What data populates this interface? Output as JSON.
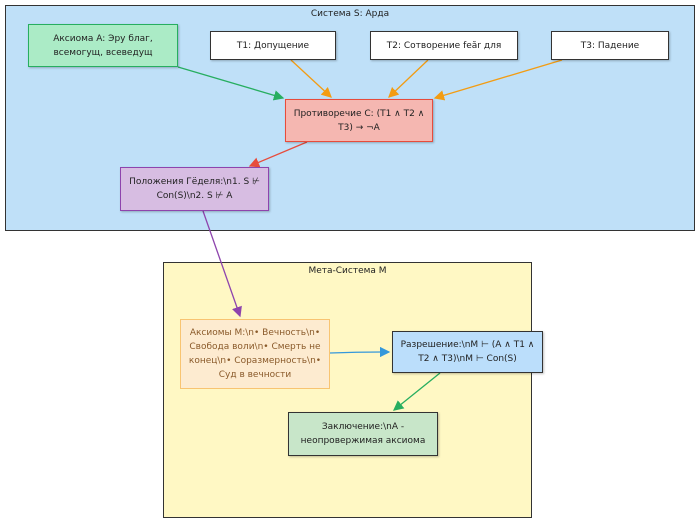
{
  "clusters": {
    "system_s": "Система S: Арда",
    "meta_m": "Мета-Система M"
  },
  "nodes": {
    "axiom_a": "Аксиома A: Эру благ, всемогущ, всеведущ",
    "t1": "T1: Допущение",
    "t2": "T2: Сотворение feăr для",
    "t3": "T3: Падение",
    "contradiction": "Противоречие C: (T1 ∧ T2 ∧ T3) → ¬A",
    "godel": "Положения Гёделя:\\n1. S ⊬ Con(S)\\n2. S ⊬ A",
    "axioms_m": "Аксиомы M:\\n• Вечность\\n• Свобода воли\\n• Смерть не конец\\n• Соразмерность\\n• Суд в вечности",
    "resolution": "Разрешение:\\nM ⊢ (A ∧ T1 ∧ T2 ∧ T3)\\nM ⊢ Con(S)",
    "conclusion": "Заключение:\\nA - неопровержимая аксиома"
  },
  "colors": {
    "system_bg": "#bfe0f8",
    "meta_bg": "#fff8c4",
    "green_edge": "#27ae60",
    "orange_edge": "#f39c12",
    "red_edge": "#e74c3c",
    "purple_edge": "#8e44ad",
    "blue_edge": "#3498db"
  }
}
